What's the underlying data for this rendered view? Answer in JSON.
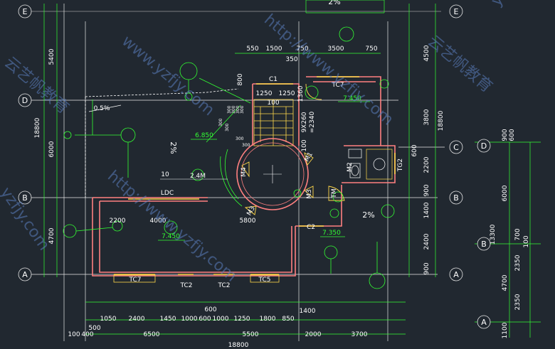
{
  "axes": {
    "left": [
      "E",
      "D",
      "B",
      "A"
    ],
    "right_inner": [
      "E",
      "C",
      "B",
      "A"
    ],
    "right_outer": [
      "D",
      "B",
      "A"
    ]
  },
  "dims": {
    "top": [
      "550",
      "1500",
      "750",
      "3500",
      "750"
    ],
    "top_small": [
      "350",
      "800"
    ],
    "stair": [
      "1250",
      "1250",
      "100",
      "1360",
      "9X260",
      "=2340"
    ],
    "stair_left": [
      "300",
      "300",
      "300",
      "300",
      "300",
      "300",
      "300",
      "300"
    ],
    "left_vertical": [
      "5400",
      "18800",
      "6000",
      "4700"
    ],
    "right_vertical": [
      "4500",
      "3800",
      "600",
      "2200",
      "900",
      "1400",
      "2400",
      "900",
      "18800"
    ],
    "far_right": [
      "900",
      "600",
      "6000",
      "13300",
      "700",
      "100",
      "2350",
      "4700",
      "2350",
      "1100"
    ],
    "bottom_row1": [
      "1050",
      "2400",
      "1450",
      "1000",
      "600",
      "1000",
      "1250",
      "1800",
      "850",
      "1400",
      "600"
    ],
    "bottom_row2": [
      "100",
      "400",
      "500",
      "6500",
      "5500",
      "2000",
      "3700"
    ],
    "bottom_total": "18800",
    "room_inner": [
      "2200",
      "4000",
      "5800"
    ]
  },
  "labels": {
    "c1": "C1",
    "c2": "C2",
    "tc7": "TC7",
    "tc7b": "TC7",
    "tc2a": "TC2",
    "tc2b": "TC2",
    "tc5": "TC5",
    "ldc": "LDC",
    "m1": "M1",
    "m2": "M2",
    "m3": "M3",
    "m4": "M4",
    "m3b": "M3",
    "tm": "TM",
    "tg2": "TG2",
    "elev_1": "7.450",
    "elev_2": "6.850",
    "elev_3": "7.450",
    "elev_4": "7.350",
    "slope_1": "0.5%",
    "slope_2": "2%",
    "slope_3": "2%",
    "slope_4": "2%",
    "tick_10": "10",
    "tick_24m": "2.4M"
  },
  "watermarks": [
    "www.yzfjy.com",
    "http://www.yzfjy.com",
    "云艺帆教育",
    "云艺帆教育",
    "http://www.yzfjy.com",
    "yzfjy.com",
    "yzfjy.com"
  ]
}
